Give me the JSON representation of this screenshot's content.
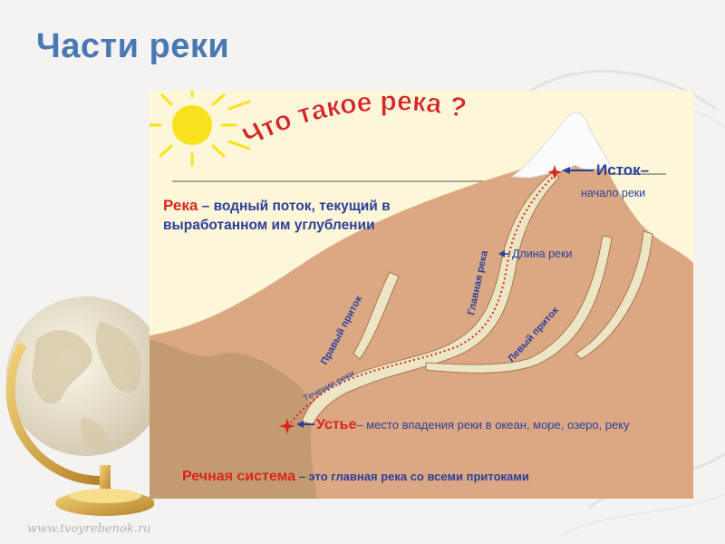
{
  "slide": {
    "title": "Части реки",
    "watermark": "www.tvoyrebenok.ru"
  },
  "diagram": {
    "heading": "Что такое река ?",
    "definition": {
      "term": "Река",
      "line1_rest": " – водный поток, текущий в",
      "line2": "выработанном им углублении"
    },
    "source": {
      "term": "Исток–",
      "desc": "начало реки"
    },
    "length_label": "Длина реки",
    "main_river_label": "Главная река",
    "right_tributary_label": "Правый приток",
    "left_tributary_label": "Левый приток",
    "flow_label": "Течение реки",
    "mouth": {
      "term": "Устье",
      "desc": "– место впадения реки в океан, море, озеро, реку"
    },
    "system": {
      "term": "Речная система",
      "desc": " – это главная река со всеми притоками"
    }
  },
  "colors": {
    "title": "#4a78b5",
    "sky": "#fdf6d8",
    "mountain": "#dca883",
    "left_bank": "#c49a70",
    "river": "#ece6c6",
    "heading": "#d8261e",
    "term_red": "#d8261e",
    "label_blue": "#2a3f9a",
    "sun": "#f7e21c"
  }
}
